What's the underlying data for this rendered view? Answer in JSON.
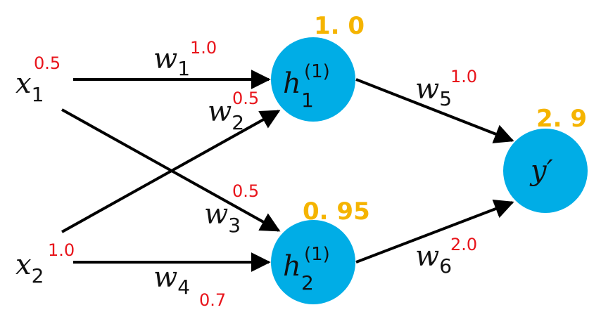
{
  "colors": {
    "node_fill": "#00ade6",
    "edge": "#000000",
    "weight_value": "#e8141b",
    "activation_value": "#f5b400"
  },
  "inputs": [
    {
      "id": "x1",
      "symbol": "x",
      "subscript": "1",
      "value": "0.5"
    },
    {
      "id": "x2",
      "symbol": "x",
      "subscript": "2",
      "value": "1.0"
    }
  ],
  "hidden": [
    {
      "id": "h1",
      "symbol": "h",
      "subscript": "1",
      "superscript": "(1)",
      "activation": "1. 0"
    },
    {
      "id": "h2",
      "symbol": "h",
      "subscript": "2",
      "superscript": "(1)",
      "activation": "0. 95"
    }
  ],
  "output": {
    "id": "y",
    "symbol": "y′",
    "activation": "2. 9"
  },
  "edges": [
    {
      "id": "w1",
      "from": "x1",
      "to": "h1",
      "symbol": "w",
      "subscript": "1",
      "value": "1.0"
    },
    {
      "id": "w2",
      "from": "x2",
      "to": "h1",
      "symbol": "w",
      "subscript": "2",
      "value": "0.5"
    },
    {
      "id": "w3",
      "from": "x1",
      "to": "h2",
      "symbol": "w",
      "subscript": "3",
      "value": "0.5"
    },
    {
      "id": "w4",
      "from": "x2",
      "to": "h2",
      "symbol": "w",
      "subscript": "4",
      "value": "0.7"
    },
    {
      "id": "w5",
      "from": "h1",
      "to": "y",
      "symbol": "w",
      "subscript": "5",
      "value": "1.0"
    },
    {
      "id": "w6",
      "from": "h2",
      "to": "y",
      "symbol": "w",
      "subscript": "6",
      "value": "2.0"
    }
  ]
}
